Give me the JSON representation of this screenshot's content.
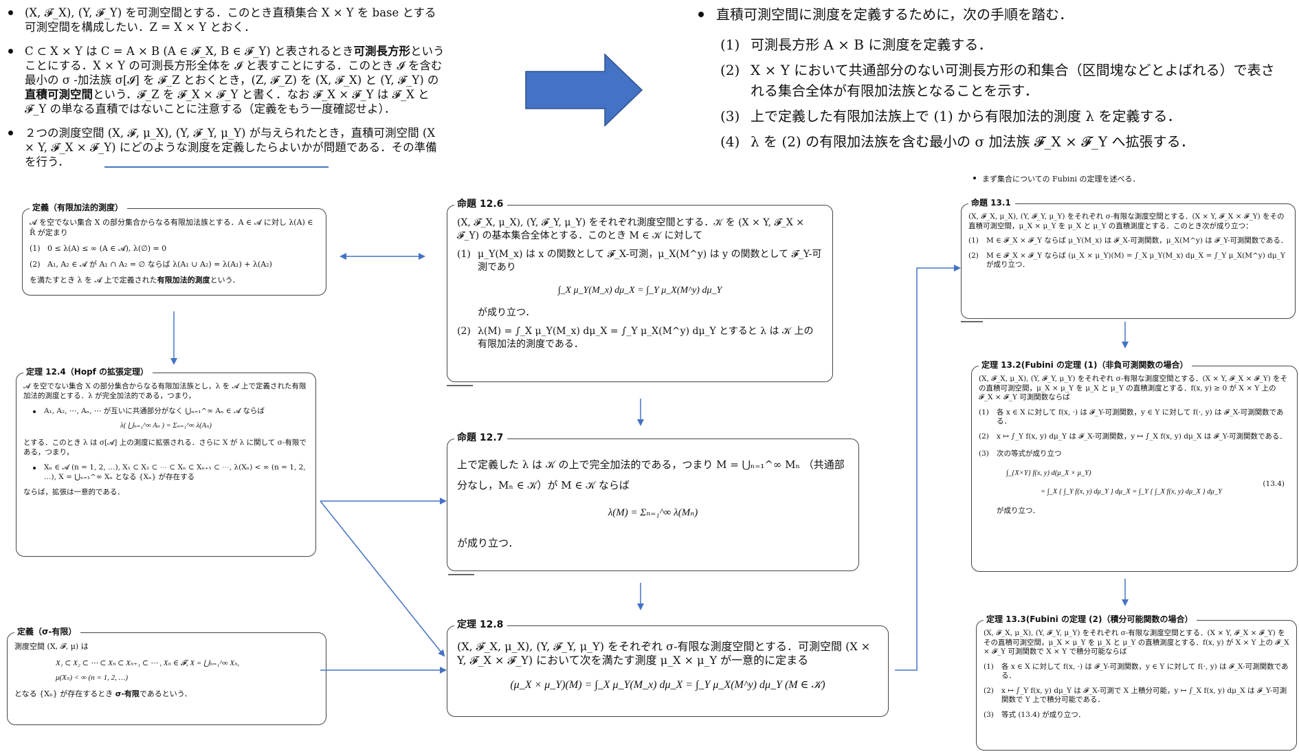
{
  "intro": {
    "bullets": [
      "(X, 𝓕_X), (Y, 𝓕_Y) を可測空間とする．このとき直積集合 X × Y を base とする可測空間を構成したい．Z = X × Y とおく．",
      {
        "pre": "C ⊂ X × Y は C = A × B (A ∈ 𝓕_X, B ∈ 𝓕_Y) と表されるとき",
        "bold1": "可測長方形",
        "mid": "ということにする．X × Y の可測長方形全体を 𝓘 と表すことにする．このとき 𝓘 を含む最小の σ -加法族 σ[𝓘] を 𝓕_Z とおくとき，(Z, 𝓕_Z) を (X, 𝓕_X) と (Y, 𝓕_Y) の",
        "bold2": "直積可測空間",
        "post": "という．𝓕_Z を 𝓕_X × 𝓕_Y と書く．なお 𝓕_X × 𝓕_Y は 𝓕_X と 𝓕_Y の単なる直積ではないことに注意する（定義をもう一度確認せよ）．"
      },
      "２つの測度空間 (X, 𝓕, μ_X), (Y, 𝓕_Y, μ_Y) が与えられたとき，直積可測空間 (X × Y, 𝓕_X × 𝓕_Y) にどのような測度を定義したらよいかが問題である．その準備を行う．"
    ]
  },
  "steps": {
    "lead": "直積可測空間に測度を定義するために，次の手順を踏む．",
    "items": [
      {
        "num": "(1)",
        "text": "可測長方形 A × B に測度を定義する．"
      },
      {
        "num": "(2)",
        "text": "X × Y において共通部分のない可測長方形の和集合（区間塊などとよばれる）で表される集合全体が有限加法族となることを示す．"
      },
      {
        "num": "(3)",
        "text": "上で定義した有限加法族上で (1) から有限加法的測度 λ を定義する．"
      },
      {
        "num": "(4)",
        "text": "λ を (2) の有限加法族を含む最小の σ 加法族 𝓕_X × 𝓕_Y へ拡張する．"
      }
    ]
  },
  "def_finite_additive": {
    "title": "定義（有限加法的測度）",
    "intro": "𝓐 を空でない集合 X の部分集合からなる有限加法族とする．A ∈ 𝓐 に対し λ(A) ∈ R̄ が定まり",
    "items": [
      {
        "num": "(1)",
        "text": "0 ≤ λ(A) ≤ ∞ (A ∈ 𝓐), λ(∅) = 0"
      },
      {
        "num": "(2)",
        "text": "A₁, A₂ ∈ 𝓐 が A₁ ∩ A₂ = ∅ ならば λ(A₁ ∪ A₂) = λ(A₁) + λ(A₂)"
      }
    ],
    "outro_pre": "を満たすとき λ を 𝓐 上で定義された",
    "outro_bold": "有限加法的測度",
    "outro_post": "という．"
  },
  "thm_12_4": {
    "title": "定理 12.4（Hopf の拡張定理）",
    "intro": "𝓐 を空でない集合 X の部分集合からなる有限加法族とし，λ を 𝓐 上で定義された有限加法的測度とする．λ が完全加法的である，つまり，",
    "bullet1": "A₁, A₂, ⋯, Aₙ, ⋯ が互いに共通部分がなく ⋃ₙ₌₁^∞ Aₙ ∈ 𝓐 ならば",
    "eq1": "λ( ⋃ₙ₌₁^∞ Aₙ ) = Σₙ₌₁^∞ λ(Aₙ)",
    "mid": "とする．このとき λ は σ[𝓐] 上の測度に拡張される．さらに X が λ に関して σ-有限である，つまり，",
    "bullet2": "Xₙ ∈ 𝓐 (n = 1, 2, …), X₁ ⊂ X₂ ⊂ ⋯ ⊂ Xₙ ⊂ Xₙ₊₁ ⊂ ⋯, λ(Xₙ) < ∞ (n = 1, 2, …), X = ⋃ₙ₌₁^∞ Xₙ となる {Xₙ} が存在する",
    "outro": "ならば，拡張は一意的である．"
  },
  "def_sigma_finite": {
    "title": "定義（σ-有限）",
    "intro": "測度空間 (X, 𝓕, μ) は",
    "eq1": "X₁ ⊂ X₂ ⊂ ⋯ ⊂ Xₙ ⊂ Xₙ₊₁ ⊂ ⋯ ,   Xₙ ∈ 𝓕,   X = ⋃ₙ₌₁^∞ Xₙ,",
    "eq2": "μ(Xₙ) < ∞   (n = 1, 2, …)",
    "outro_pre": "となる {Xₙ} が存在するとき ",
    "outro_bold": "σ-有限",
    "outro_post": "であるという．"
  },
  "prop_12_6": {
    "title": "命題 12.6",
    "intro": "(X, 𝓕_X, μ_X), (Y, 𝓕_Y, μ_Y) をそれぞれ測度空間とする．𝒦 を (X × Y, 𝓕_X × 𝓕_Y) の基本集合全体とする．このとき M ∈ 𝒦 に対して",
    "item1": {
      "num": "(1)",
      "text": "μ_Y(M_x) は x の関数として 𝓕_X-可測，μ_X(M^y) は y の関数として 𝓕_Y-可測であり"
    },
    "eq1": "∫_X μ_Y(M_x) dμ_X = ∫_Y μ_X(M^y) dμ_Y",
    "after_eq1": "が成り立つ．",
    "item2": {
      "num": "(2)",
      "text": "λ(M) = ∫_X μ_Y(M_x) dμ_X = ∫_Y μ_X(M^y) dμ_Y とすると λ は 𝒦 上の有限加法的測度である．"
    }
  },
  "prop_12_7": {
    "title": "命題 12.7",
    "intro": "上で定義した λ は 𝒦 の上で完全加法的である，つまり M = ⋃ₙ₌₁^∞ Mₙ （共通部分なし，Mₙ ∈ 𝒦）が M ∈ 𝒦 ならば",
    "eq1": "λ(M) = Σₙ₌₁^∞ λ(Mₙ)",
    "outro": "が成り立つ．"
  },
  "thm_12_8": {
    "title": "定理 12.8",
    "intro": "(X, 𝓕_X, μ_X), (Y, 𝓕_Y, μ_Y) をそれぞれ σ-有限な測度空間とする．可測空間 (X × Y, 𝓕_X × 𝓕_Y) において次を満たす測度 μ_X × μ_Y が一意的に定まる",
    "eq1": "(μ_X × μ_Y)(M) = ∫_X μ_Y(M_x) dμ_X = ∫_Y μ_X(M^y) dμ_Y   (M ∈ 𝒦)"
  },
  "fubini_lead": "まず集合についての Fubini の定理を述べる．",
  "prop_13_1": {
    "title": "命題 13.1",
    "intro": "(X, 𝓕_X, μ_X), (Y, 𝓕_Y, μ_Y) をそれぞれ σ-有限な測度空間とする．(X × Y, 𝓕_X × 𝓕_Y) をその直積可測空間，μ_X × μ_Y を μ_X と μ_Y の直積測度とする．このとき次が成り立つ：",
    "items": [
      {
        "num": "(1)",
        "text": "M ∈ 𝓕_X × 𝓕_Y ならば μ_Y(M_x) は 𝓕_X-可測関数，μ_X(M^y) は 𝓕_Y-可測関数である．"
      },
      {
        "num": "(2)",
        "text": "M ∈ 𝓕_X × 𝓕_Y ならば (μ_X × μ_Y)(M) = ∫_X μ_Y(M_x) dμ_X = ∫_Y μ_X(M^y) dμ_Y が成り立つ．"
      }
    ]
  },
  "thm_13_2": {
    "title": "定理 13.2(Fubini の定理 (1)（非負可測関数の場合）",
    "intro": "(X, 𝓕_X, μ_X), (Y, 𝓕_Y, μ_Y) をそれぞれ σ-有限な測度空間とする．(X × Y, 𝓕_X × 𝓕_Y) をその直積可測空間，μ_X × μ_Y を μ_X と μ_Y の直積測度とする．f(x, y) ≥ 0 が X × Y 上の 𝓕_X × 𝓕_Y 可測関数ならば",
    "items": [
      {
        "num": "(1)",
        "text": "各 x ∈ X に対して f(x, ·) は 𝓕_Y-可測関数，y ∈ Y に対して f(·, y) は 𝓕_X-可測関数である．"
      },
      {
        "num": "(2)",
        "text": "x ↦ ∫_Y f(x, y) dμ_Y は 𝓕_X-可測関数，y ↦ ∫_X f(x, y) dμ_X は 𝓕_Y-可測関数である．"
      },
      {
        "num": "(3)",
        "text": "次の等式が成り立つ"
      }
    ],
    "eq_line1": "∫_{X×Y} f(x, y) d(μ_X × μ_Y)",
    "eq_line2": "= ∫_X { ∫_Y f(x, y) dμ_Y } dμ_X = ∫_Y { ∫_X f(x, y) dμ_X } dμ_Y",
    "eq_number": "(13.4)",
    "outro": "が成り立つ．"
  },
  "thm_13_3": {
    "title": "定理 13.3(Fubini の定理 (2)（積分可能関数の場合）",
    "intro": "(X, 𝓕_X, μ_X), (Y, 𝓕_Y, μ_Y) をそれぞれ σ-有限な測度空間とする．(X × Y, 𝓕_X × 𝓕_Y) をその直積可測空間，μ_X × μ_Y を μ_X と μ_Y の直積測度とする．f(x, y) が X × Y 上の 𝓕_X × 𝓕_Y 可測関数で X × Y で積分可能ならば",
    "items": [
      {
        "num": "(1)",
        "text": "各 x ∈ X に対して f(x, ·) は 𝓕_Y-可測関数，y ∈ Y に対して f(·, y) は 𝓕_X-可測関数である．"
      },
      {
        "num": "(2)",
        "text": "x ↦ ∫_Y f(x, y) dμ_Y は 𝓕_X-可測で X 上積分可能，y ↦ ∫_X f(x, y) dμ_X は 𝓕_Y-可測関数で Y 上で積分可能である．"
      },
      {
        "num": "(3)",
        "text": "等式 (13.4) が成り立つ．"
      }
    ]
  },
  "colors": {
    "accent": "#4472c4",
    "border": "#444444",
    "text": "#111111"
  }
}
